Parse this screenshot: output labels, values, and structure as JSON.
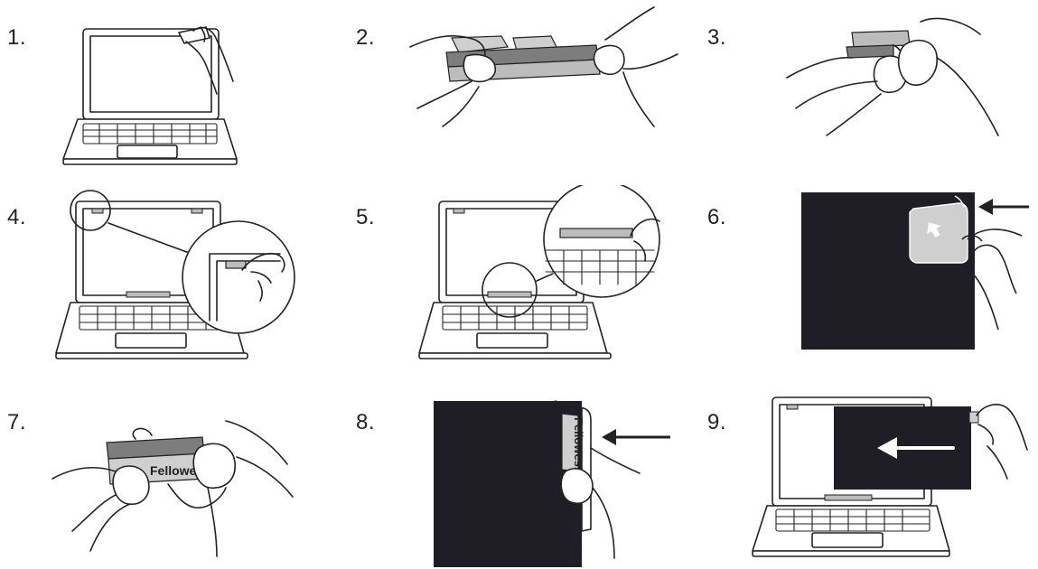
{
  "colors": {
    "line": "#222222",
    "filter": "#1f1d26",
    "tape": "#bcbcbc",
    "tape_dark": "#7d7d7d",
    "liner": "#cfcfcf"
  },
  "steps": [
    {
      "number": "1.",
      "icon": "laptop-cleaning-screen-icon"
    },
    {
      "number": "2.",
      "icon": "tape-strip-peel-icon"
    },
    {
      "number": "3.",
      "icon": "tab-fold-icon"
    },
    {
      "number": "4.",
      "icon": "laptop-top-tab-apply-icon"
    },
    {
      "number": "5.",
      "icon": "laptop-bottom-tab-apply-icon"
    },
    {
      "number": "6.",
      "icon": "filter-liner-peel-icon"
    },
    {
      "number": "7.",
      "icon": "tab-hold-icon"
    },
    {
      "number": "8.",
      "icon": "filter-attach-tab-icon"
    },
    {
      "number": "9.",
      "icon": "laptop-filter-slide-in-icon"
    }
  ],
  "brand_text": "Fellowes."
}
